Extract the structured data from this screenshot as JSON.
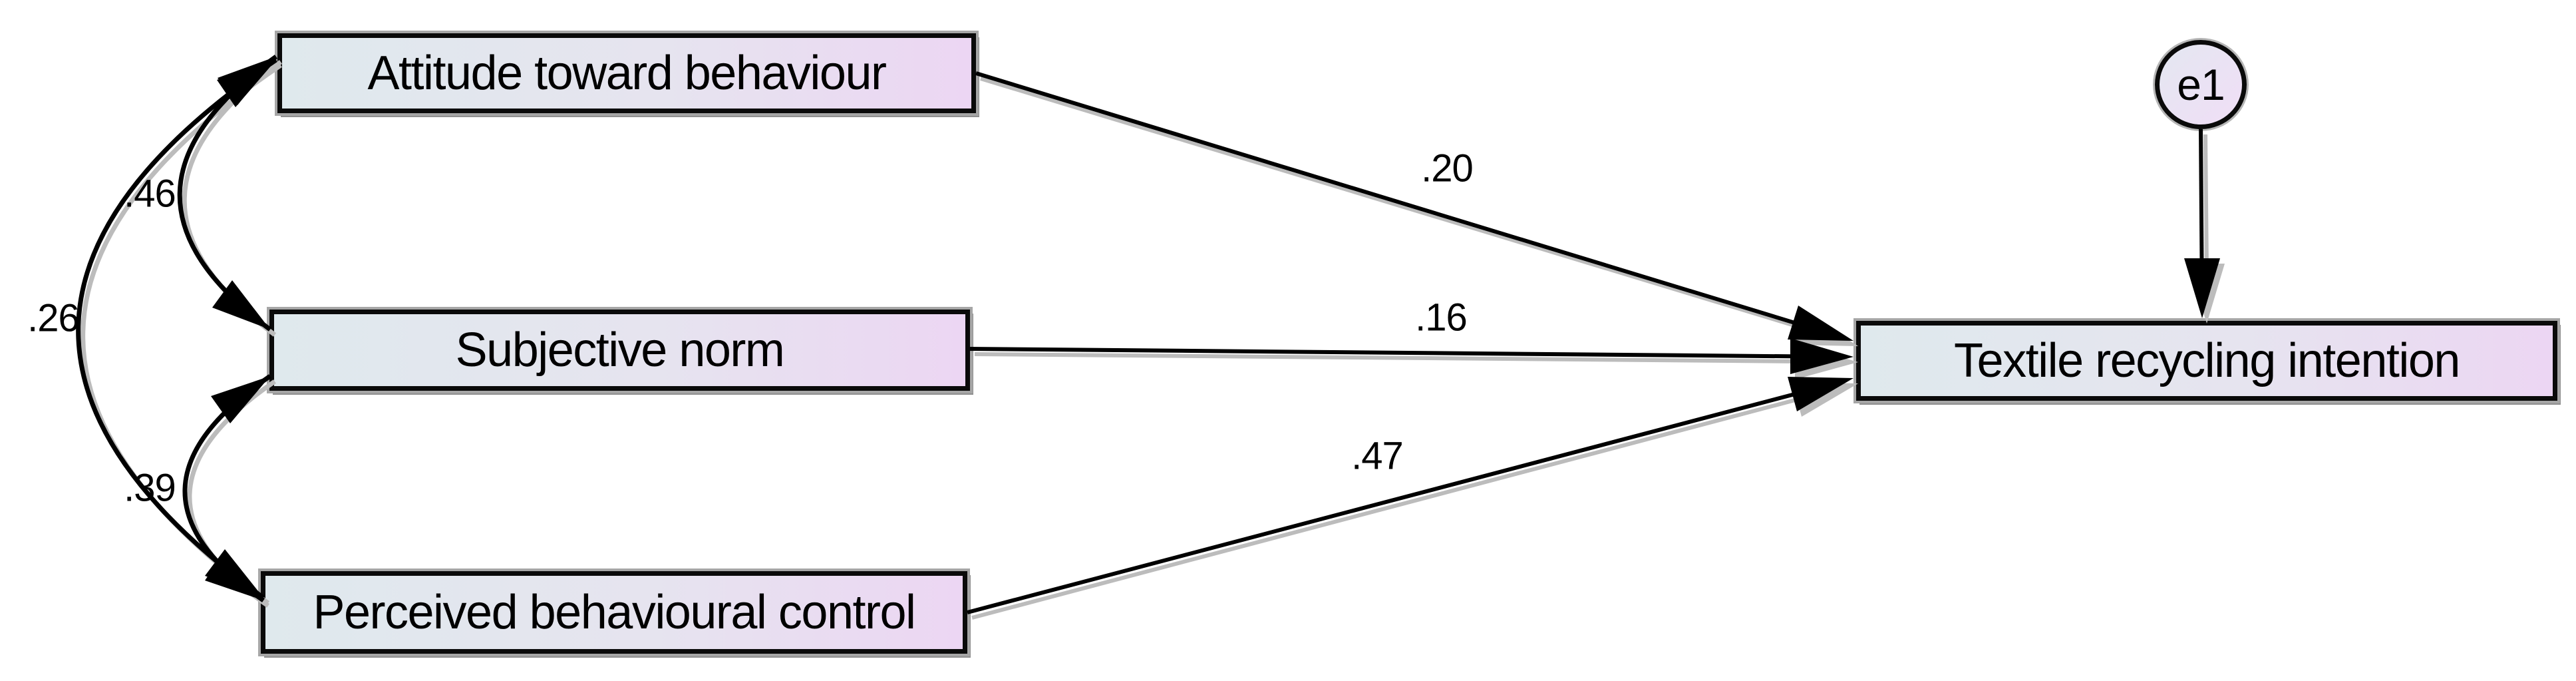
{
  "diagram": {
    "type": "sem-path-diagram",
    "nodes": {
      "attitude": {
        "label": "Attitude toward behaviour",
        "shape": "rectangle"
      },
      "subjective": {
        "label": "Subjective norm",
        "shape": "rectangle"
      },
      "pbc": {
        "label": "Perceived behavioural control",
        "shape": "rectangle"
      },
      "intention": {
        "label": "Textile recycling intention",
        "shape": "rectangle"
      },
      "error": {
        "label": "e1",
        "shape": "circle"
      }
    },
    "paths": [
      {
        "from": "attitude",
        "to": "intention",
        "coefficient": ".20"
      },
      {
        "from": "subjective",
        "to": "intention",
        "coefficient": ".16"
      },
      {
        "from": "pbc",
        "to": "intention",
        "coefficient": ".47"
      },
      {
        "from": "error",
        "to": "intention",
        "coefficient": ""
      }
    ],
    "covariances": [
      {
        "between": "attitude-subjective",
        "value": ".46"
      },
      {
        "between": "attitude-pbc",
        "value": ".26"
      },
      {
        "between": "subjective-pbc",
        "value": ".39"
      }
    ],
    "colors": {
      "node_fill_left": "#dfe9ed",
      "node_fill_right": "#ecd6f3",
      "node_border": "#0a0a0a",
      "node_shadow": "#8f8f8f",
      "arrow": "#000000",
      "arrow_shadow": "#bcbcbc",
      "label_text": "#000000",
      "background": "#ffffff"
    }
  }
}
